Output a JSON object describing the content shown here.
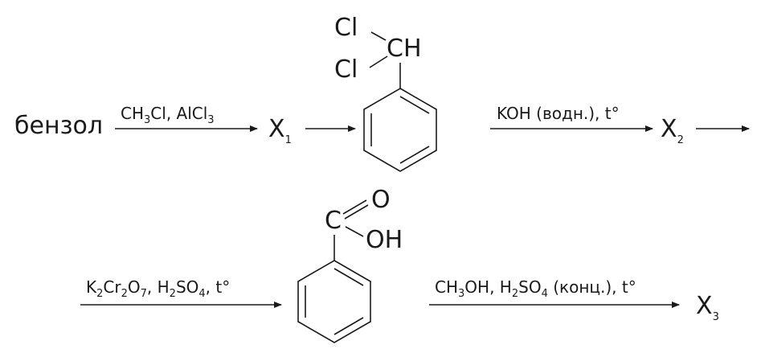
{
  "scheme": {
    "start": "бензол",
    "step1_reagents": {
      "a": "CH",
      "a_sub": "3",
      "b": "Cl, AlCl",
      "b_sub": "3"
    },
    "x1": {
      "letter": "X",
      "sub": "1"
    },
    "substituent_top": {
      "cl1": "Cl",
      "cl2": "Cl",
      "ch": "CH"
    },
    "step3_reagents": {
      "text": "KOH (водн.), t°"
    },
    "x2": {
      "letter": "X",
      "sub": "2"
    },
    "step4_reagents": {
      "k": "K",
      "k_sub": "2",
      "cr": "Cr",
      "cr_sub": "2",
      "o": "O",
      "o_sub": "7",
      "h2so4_h": ", H",
      "h2so4_h_sub": "2",
      "so": "SO",
      "so_sub": "4",
      "t": ", t°"
    },
    "acid_group": {
      "c": "C",
      "o": "O",
      "oh": "OH"
    },
    "step5_reagents": {
      "ch": "CH",
      "ch_sub": "3",
      "oh_h": "OH, H",
      "oh_h_sub": "2",
      "so": "SO",
      "so_sub": "4",
      "rest": " (конц.), t°"
    },
    "x3": {
      "letter": "X",
      "sub": "3"
    }
  }
}
